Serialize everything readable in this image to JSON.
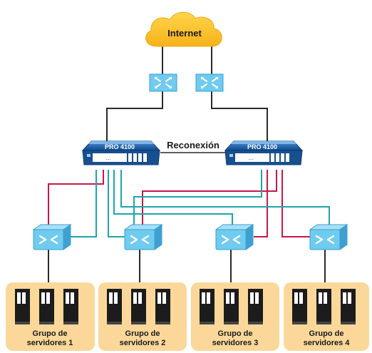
{
  "cloud_label": "Internet",
  "link_label": "Reconexión",
  "device_left": {
    "model": "PRO 4100",
    "dots": "..."
  },
  "device_right": {
    "model": "PRO 4100",
    "dots": "..."
  },
  "server_groups": [
    {
      "line1": "Grupo de",
      "line2": "servidores 1"
    },
    {
      "line1": "Grupo de",
      "line2": "servidores 2"
    },
    {
      "line1": "Grupo de",
      "line2": "servidores 3"
    },
    {
      "line1": "Grupo de",
      "line2": "servidores 4"
    }
  ],
  "colors": {
    "cloud": "#fdc52f",
    "switch_fill": "#6fcbef",
    "device_blue": "#1a5ea8",
    "link_red": "#c8174b",
    "link_teal": "#1ea5a8",
    "link_black": "#2a2a2a",
    "server_bg": "#fbd89a"
  }
}
